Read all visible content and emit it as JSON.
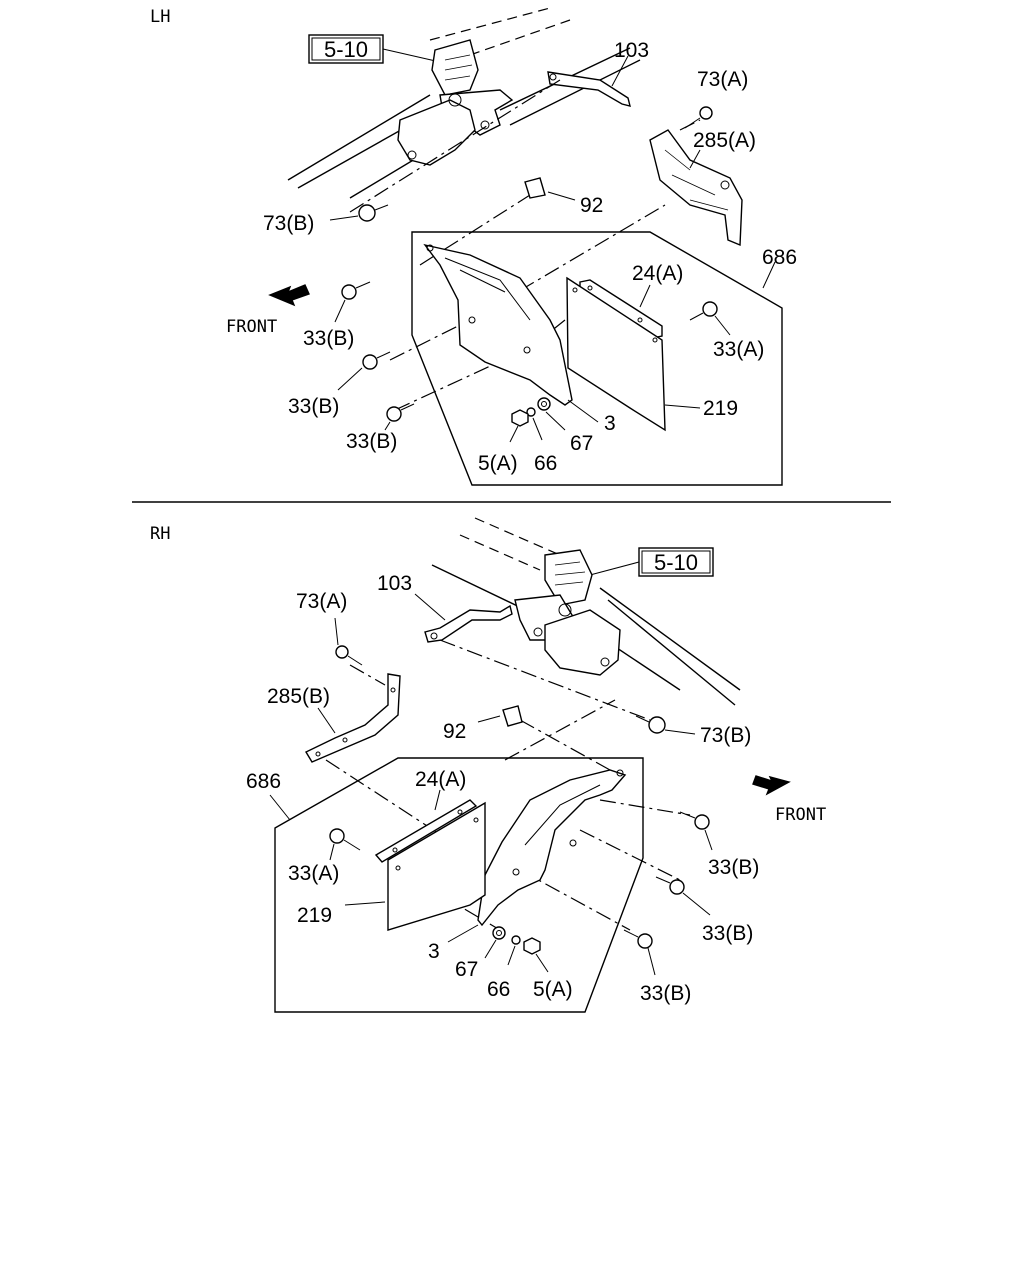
{
  "sections": [
    {
      "id": "lh",
      "heading": "LH",
      "front_label": "FRONT",
      "ref_box": "5-10",
      "callouts": {
        "c103": "103",
        "c73a": "73(A)",
        "c285a": "285(A)",
        "c73b": "73(B)",
        "c92": "92",
        "c686": "686",
        "c24a": "24(A)",
        "c33a": "33(A)",
        "c33b1": "33(B)",
        "c33b2": "33(B)",
        "c33b3": "33(B)",
        "c219": "219",
        "c3": "3",
        "c67": "67",
        "c66": "66",
        "c5a": "5(A)"
      }
    },
    {
      "id": "rh",
      "heading": "RH",
      "front_label": "FRONT",
      "ref_box": "5-10",
      "callouts": {
        "c103": "103",
        "c73a": "73(A)",
        "c285b": "285(B)",
        "c73b": "73(B)",
        "c92": "92",
        "c686": "686",
        "c24a": "24(A)",
        "c33a": "33(A)",
        "c33b1": "33(B)",
        "c33b2": "33(B)",
        "c33b3": "33(B)",
        "c219": "219",
        "c3": "3",
        "c67": "67",
        "c66": "66",
        "c5a": "5(A)"
      }
    }
  ],
  "colors": {
    "ink": "#000000",
    "paper": "#ffffff"
  }
}
